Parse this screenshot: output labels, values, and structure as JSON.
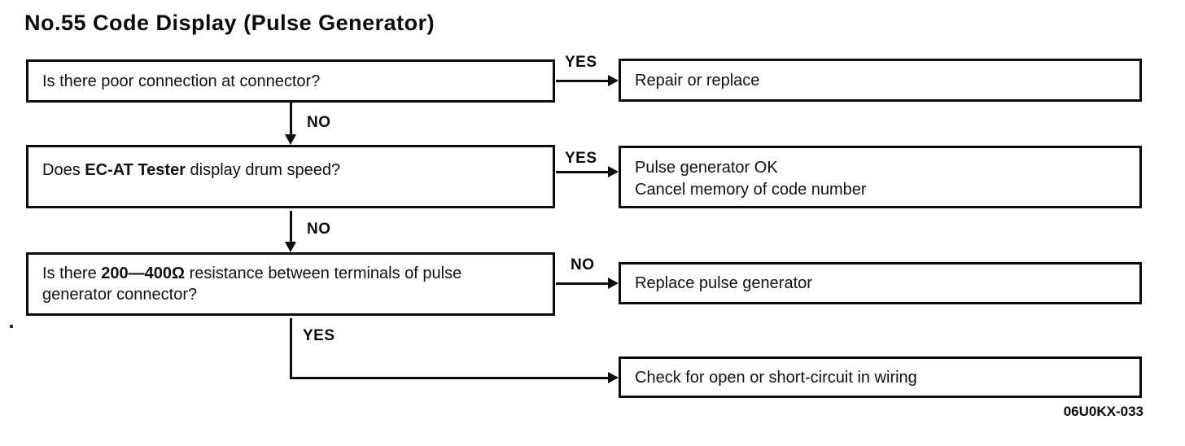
{
  "page": {
    "title": "No.55 Code Display (Pulse Generator)",
    "figure_code": "06U0KX-033"
  },
  "flowchart": {
    "q1": {
      "text": "Is there poor connection at connector?",
      "yes_label": "YES",
      "no_label": "NO"
    },
    "r1": {
      "text": "Repair or replace"
    },
    "q2": {
      "prefix": "Does ",
      "bold": "EC-AT Tester",
      "suffix": " display drum speed?",
      "yes_label": "YES",
      "no_label": "NO"
    },
    "r2": {
      "line1": "Pulse generator OK",
      "line2": "Cancel memory of code number"
    },
    "q3": {
      "prefix": "Is there ",
      "bold": "200—400Ω",
      "suffix": " resistance between terminals of pulse generator connector?",
      "no_label": "NO",
      "yes_label": "YES"
    },
    "r3": {
      "text": "Replace pulse generator"
    },
    "r4": {
      "text": "Check for open or short-circuit in wiring"
    }
  },
  "colors": {
    "ink": "#0d0d0d",
    "paper": "#ffffff"
  }
}
